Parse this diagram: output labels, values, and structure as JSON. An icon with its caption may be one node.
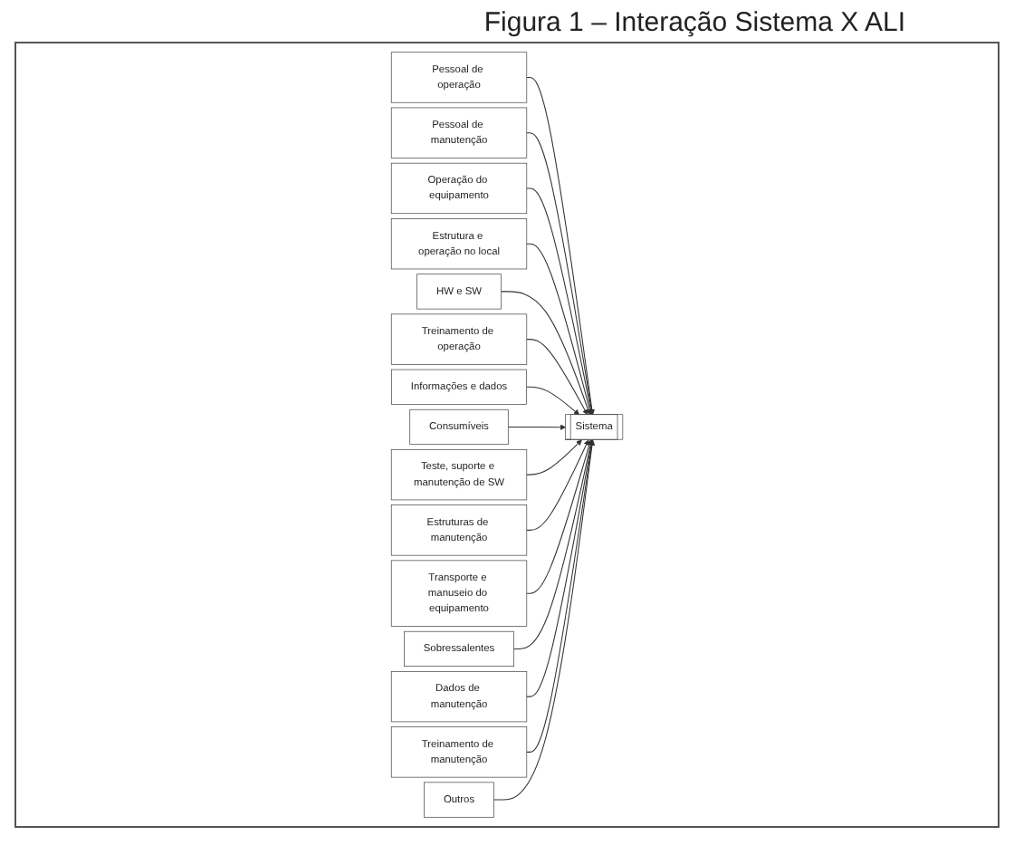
{
  "diagram": {
    "title": "Figura 1 – Interação Sistema X ALI",
    "nodes": [
      {
        "text": [
          "Pessoal de operação"
        ]
      },
      {
        "text": [
          "Pessoal de manutenção"
        ]
      },
      {
        "text": [
          "Operação do equipamento"
        ]
      },
      {
        "text": [
          "Estrutura e operação no local"
        ]
      },
      {
        "text": [
          "HW e SW"
        ]
      },
      {
        "text": [
          "Treinamento de operação"
        ]
      },
      {
        "text": [
          "Informações e dados"
        ]
      },
      {
        "text": [
          "Consumíveis"
        ]
      },
      {
        "text": [
          "Sistema"
        ]
      },
      {
        "text": [
          "Teste, suporte e manutenção de SW"
        ]
      },
      {
        "text": [
          "Estruturas de manutenção"
        ]
      },
      {
        "text": [
          "Transporte e manuseio do equipamento"
        ]
      },
      {
        "text": [
          "Sobressalentes"
        ]
      },
      {
        "text": [
          "Dados de manutenção"
        ]
      },
      {
        "text": [
          "Treinamento de manutenção"
        ]
      },
      {
        "text": [
          "Outros"
        ]
      }
    ],
    "edges": [
      {
        "from": 0,
        "to": 8,
        "arrow": "to"
      },
      {
        "from": 1,
        "to": 8,
        "arrow": "to"
      },
      {
        "from": 2,
        "to": 8,
        "arrow": "to"
      },
      {
        "from": 3,
        "to": 8,
        "arrow": "to"
      },
      {
        "from": 4,
        "to": 8,
        "arrow": "to"
      },
      {
        "from": 5,
        "to": 8,
        "arrow": "to"
      },
      {
        "from": 6,
        "to": 8,
        "arrow": "to"
      },
      {
        "from": 7,
        "to": 8,
        "arrow": "to"
      },
      {
        "from": 9,
        "to": 8,
        "arrow": "to"
      },
      {
        "from": 10,
        "to": 8,
        "arrow": "to"
      },
      {
        "from": 11,
        "to": 8,
        "arrow": "to"
      },
      {
        "from": 12,
        "to": 8,
        "arrow": "to"
      },
      {
        "from": 13,
        "to": 8,
        "arrow": "to"
      },
      {
        "from": 14,
        "to": 8,
        "arrow": "to"
      },
      {
        "from": 15,
        "to": 8,
        "arrow": "to"
      }
    ]
  }
}
